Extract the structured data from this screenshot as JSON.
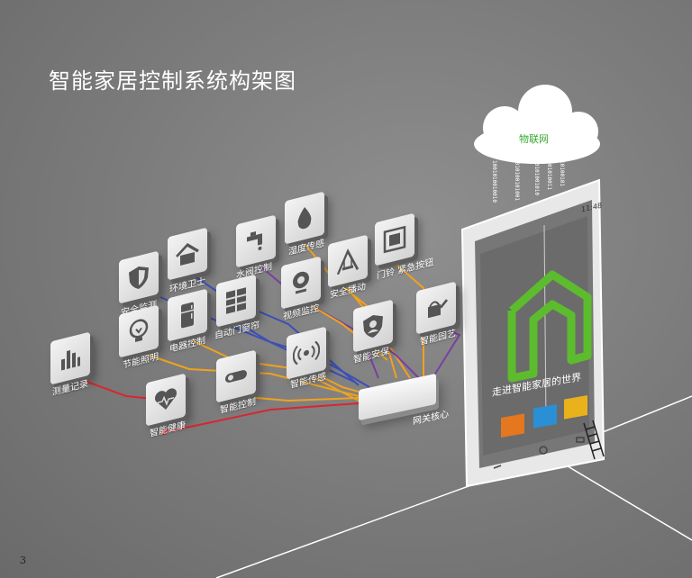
{
  "title": "智能家居控制系统构架图",
  "page_number": "3",
  "cloud": {
    "label": "物联网"
  },
  "binary_streams": [
    "1001010010010",
    "0010100101001",
    "1100101001010",
    "0101001010011",
    "1010010100101"
  ],
  "hub": {
    "label": "网关核心"
  },
  "phone": {
    "status_time": "11:48",
    "caption": "走进智能家居的世界"
  },
  "devices": [
    {
      "id": "anquan-jiankong",
      "label": "安全监测",
      "icon": "shield-icon"
    },
    {
      "id": "huanjing-weishi",
      "label": "环境卫士",
      "icon": "house-icon"
    },
    {
      "id": "shuifa-kongzhi",
      "label": "水阀控制",
      "icon": "faucet-icon"
    },
    {
      "id": "shidu-chuangan",
      "label": "湿度传感",
      "icon": "water-drop-icon"
    },
    {
      "id": "shipin-jiankong",
      "label": "视频监控",
      "icon": "webcam-icon"
    },
    {
      "id": "anquan-bodong",
      "label": "安全播动",
      "icon": "swing-icon"
    },
    {
      "id": "menling-jinji",
      "label": "门铃 紧急按钮",
      "icon": "square-button-icon"
    },
    {
      "id": "jieneng-zhaoming",
      "label": "节能照明",
      "icon": "bulb-icon"
    },
    {
      "id": "dianqi-kongzhi",
      "label": "电器控制",
      "icon": "fridge-icon"
    },
    {
      "id": "zidong-menchuang",
      "label": "自动门窗帘",
      "icon": "window-icon"
    },
    {
      "id": "zhineng-anbao",
      "label": "智能安保",
      "icon": "guard-shield-icon"
    },
    {
      "id": "zhineng-yuanyi",
      "label": "智能园艺",
      "icon": "watering-can-icon"
    },
    {
      "id": "cewen-jilu",
      "label": "测量记录",
      "icon": "bar-chart-icon"
    },
    {
      "id": "zhineng-chuangan",
      "label": "智能传感",
      "icon": "signal-icon"
    },
    {
      "id": "zhineng-kongzhi",
      "label": "智能控制",
      "icon": "toggle-icon"
    },
    {
      "id": "zhineng-jiankang",
      "label": "智能健康",
      "icon": "heartbeat-icon"
    }
  ],
  "colors": {
    "wire_blue": "#3d4fb5",
    "wire_purple": "#7a3fa0",
    "wire_orange": "#f0a21e",
    "wire_red": "#d9262e",
    "brand_green": "#5dbb2e"
  }
}
